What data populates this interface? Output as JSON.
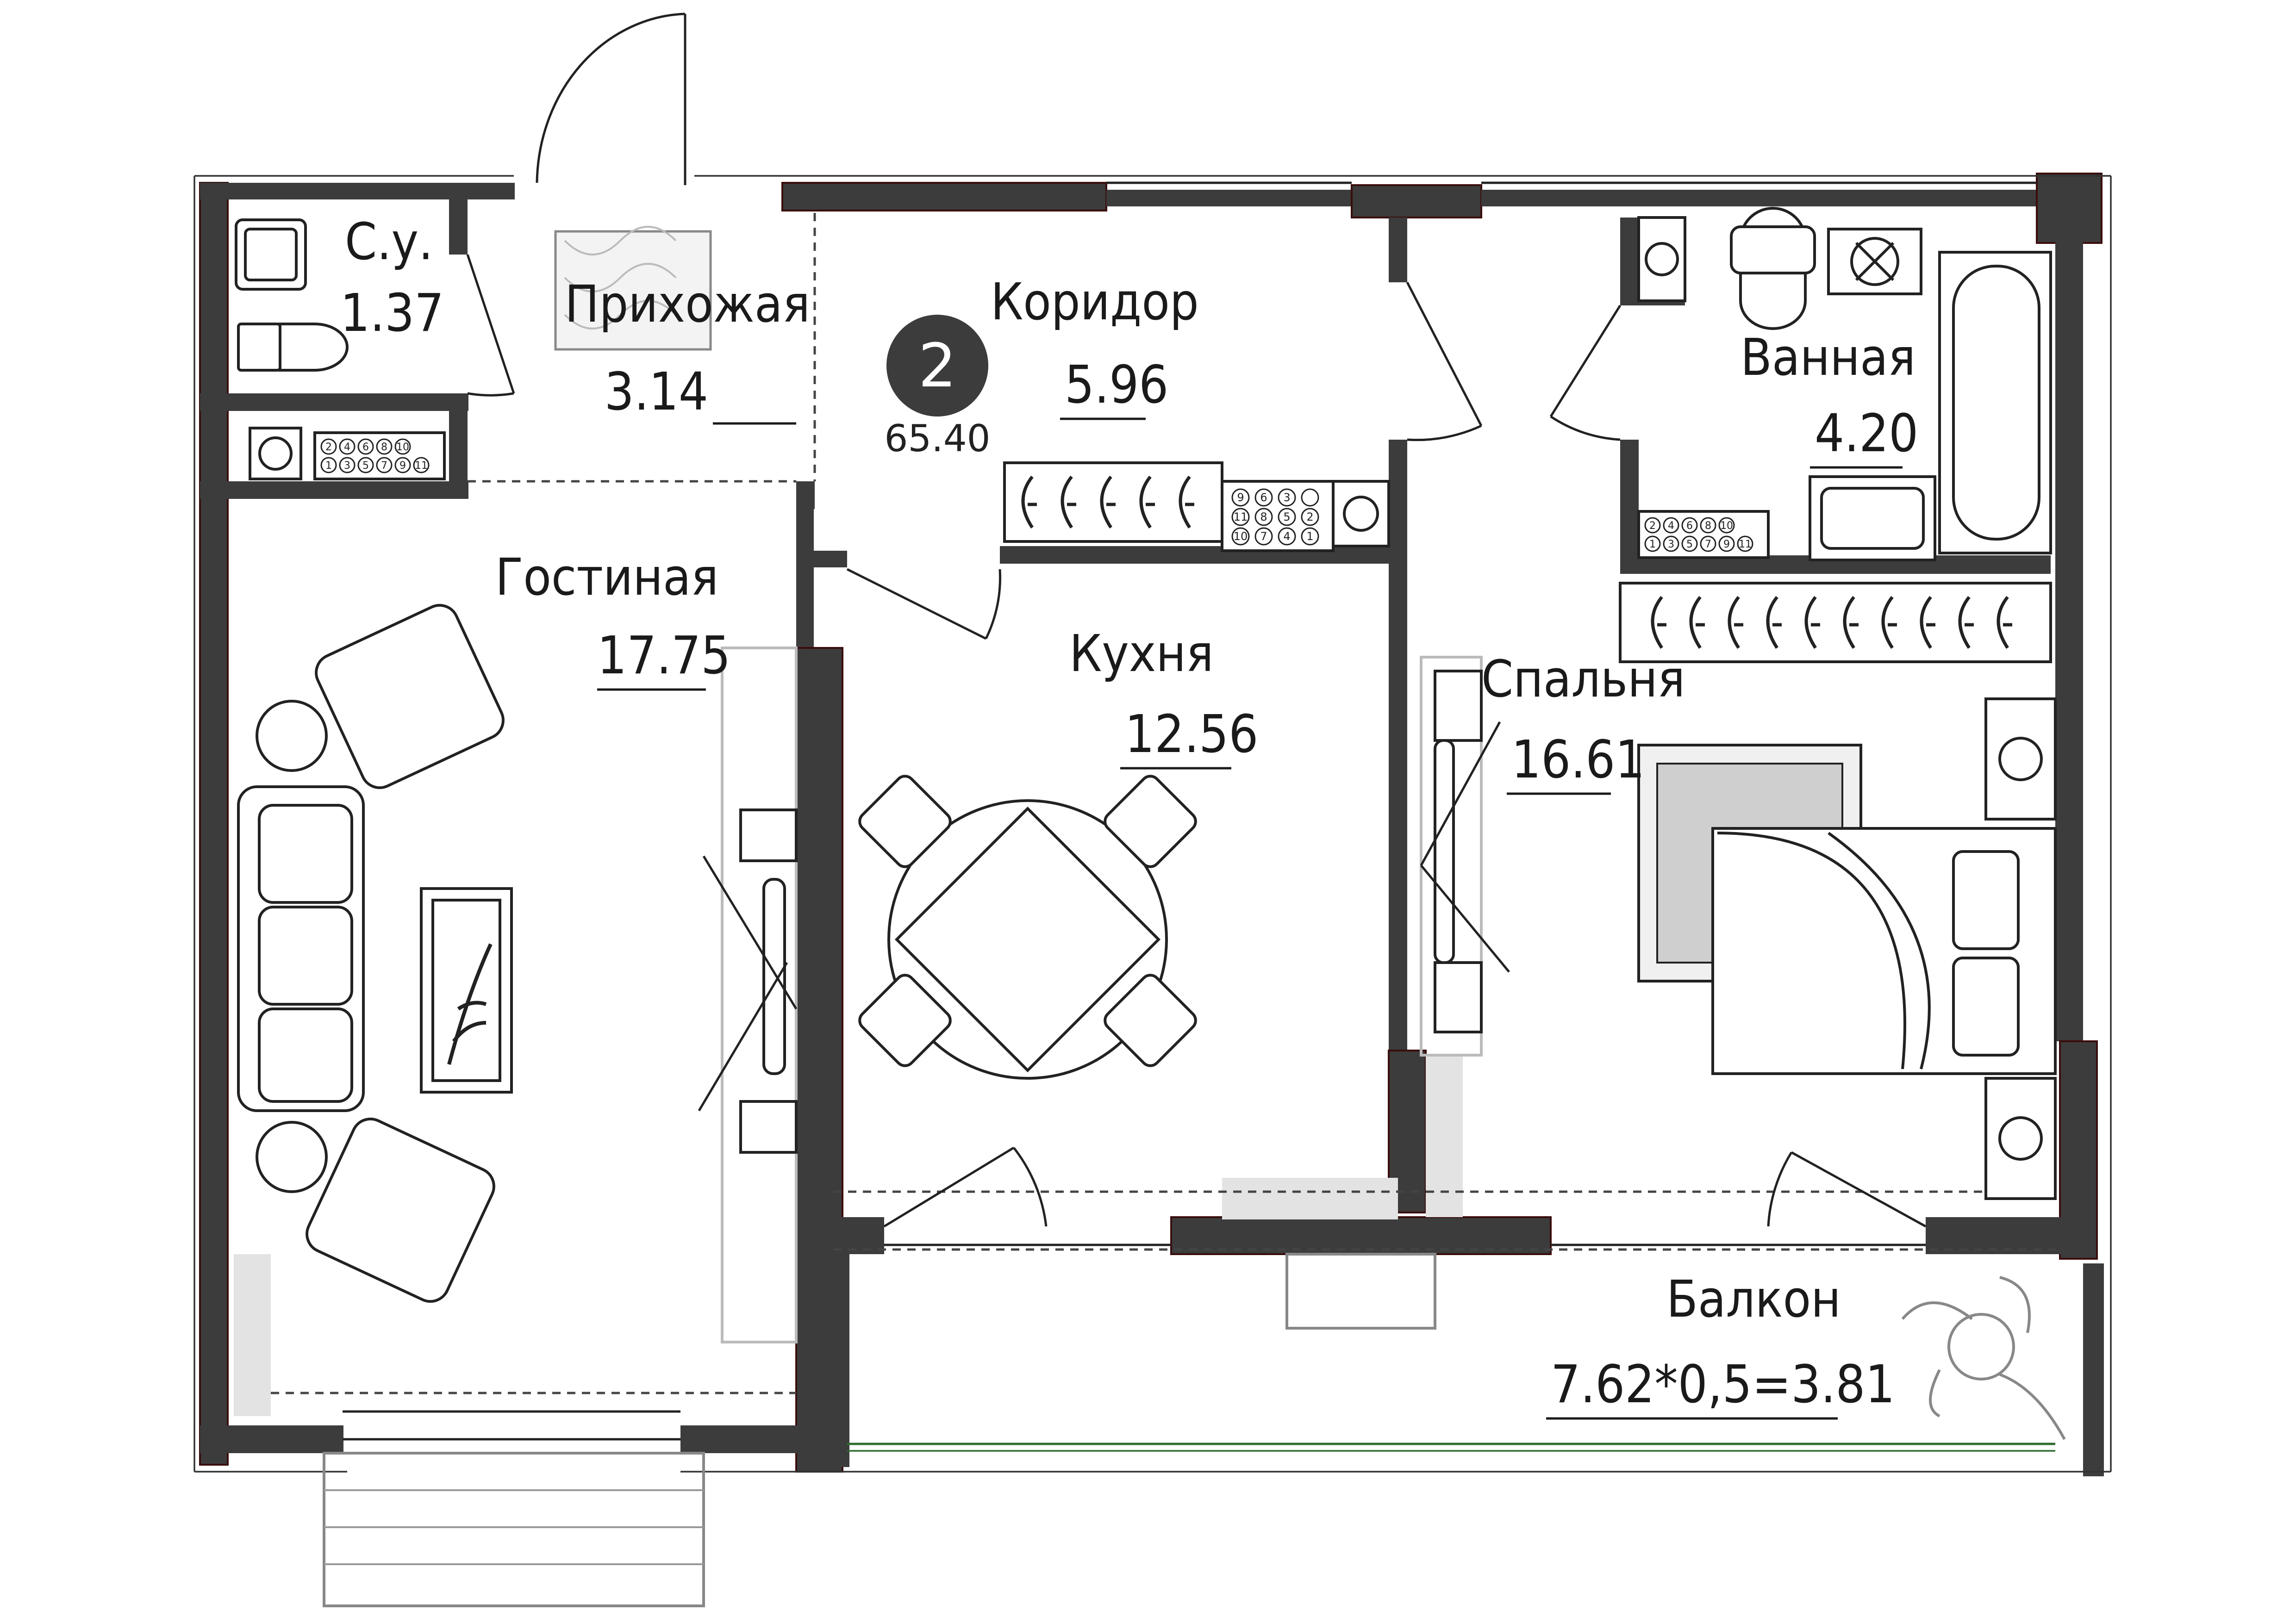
{
  "plan": {
    "room_count_badge": "2",
    "total_area": "65.40",
    "accent_color": "#3c3c3c",
    "rooms": {
      "bathroom_small": {
        "name": "С.у.",
        "area": "1.37"
      },
      "hallway": {
        "name": "Прихожая",
        "area": "3.14"
      },
      "corridor": {
        "name": "Коридор",
        "area": "5.96"
      },
      "bathroom": {
        "name": "Ванная",
        "area": "4.20"
      },
      "living": {
        "name": "Гостиная",
        "area": "17.75"
      },
      "kitchen": {
        "name": "Кухня",
        "area": "12.56"
      },
      "bedroom": {
        "name": "Спальня",
        "area": "16.61"
      },
      "balcony": {
        "name": "Балкон",
        "area": "7.62*0,5=3.81"
      }
    },
    "meter_panels": {
      "panel_a_top": [
        "2",
        "4",
        "6",
        "8",
        "10"
      ],
      "panel_a_bottom": [
        "1",
        "3",
        "5",
        "7",
        "9",
        "11"
      ],
      "panel_b_col1": [
        "9",
        "11",
        "10"
      ],
      "panel_b_col2": [
        "6",
        "8",
        "7"
      ],
      "panel_b_col3": [
        "3",
        "5",
        "4"
      ],
      "panel_b_col4": [
        "",
        "2",
        "1"
      ],
      "panel_c_top": [
        "2",
        "4",
        "6",
        "8",
        "10"
      ],
      "panel_c_bottom": [
        "1",
        "3",
        "5",
        "7",
        "9",
        "11"
      ]
    }
  }
}
